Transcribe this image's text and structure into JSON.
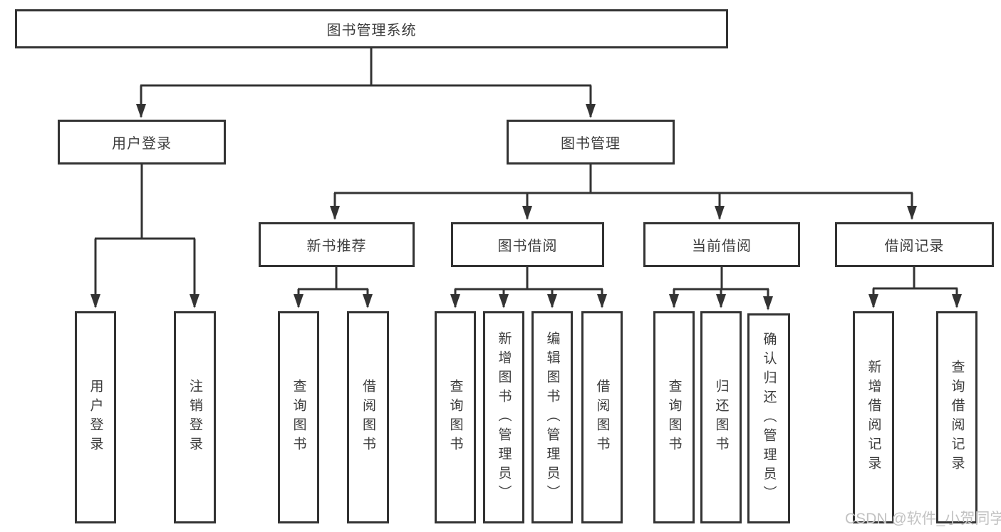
{
  "diagram": {
    "root_label": "图书管理系统",
    "level2": {
      "user_login": "用户登录",
      "book_management": "图书管理"
    },
    "level3": {
      "new_book_recommend": "新书推荐",
      "book_borrow": "图书借阅",
      "current_borrow": "当前借阅",
      "borrow_records": "借阅记录"
    },
    "leaves": {
      "user_login": [
        "用户登录",
        "注销登录"
      ],
      "new_book_recommend": [
        "查询图书",
        "借阅图书"
      ],
      "book_borrow": [
        "查询图书",
        "新增图书（管理员）",
        "编辑图书（管理员）",
        "借阅图书"
      ],
      "current_borrow": [
        "查询图书",
        "归还图书",
        "确认归还（管理员）"
      ],
      "borrow_records": [
        "新增借阅记录",
        "查询借阅记录"
      ]
    },
    "watermark": "CSDN @软件_小贺同学",
    "colors": {
      "line": "#333333",
      "text": "#3c3c3c",
      "watermark": "#c2c2c2",
      "background": "#ffffff"
    }
  }
}
